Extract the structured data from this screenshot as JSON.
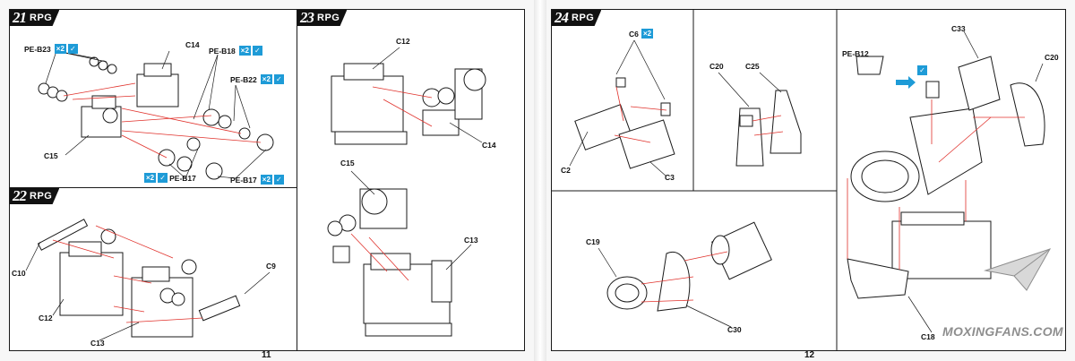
{
  "brand": "RPG",
  "steps": [
    {
      "number": "21",
      "labels": {
        "c14": "C14",
        "c15": "C15"
      },
      "tags": [
        {
          "text": "PE-B23",
          "qty": "×2"
        },
        {
          "text": "PE-B18",
          "qty": "×2"
        },
        {
          "text": "PE-B22",
          "qty": "×2"
        },
        {
          "text": "PE-B17",
          "qty": "×2"
        },
        {
          "text": "PE-B17",
          "qty": "×2"
        }
      ]
    },
    {
      "number": "22",
      "labels": {
        "c10": "C10",
        "c9": "C9",
        "c12": "C12",
        "c13": "C13"
      }
    },
    {
      "number": "23",
      "labels": {
        "c12": "C12",
        "c14": "C14",
        "c15": "C15",
        "c13": "C13"
      }
    },
    {
      "number": "24",
      "labels": {
        "c6": "C6",
        "c6_qty": "×2",
        "c2": "C2",
        "c3": "C3",
        "c20a": "C20",
        "c25": "C25",
        "c19": "C19",
        "c30": "C30",
        "pe_b12": "PE-B12",
        "c33": "C33",
        "c20b": "C20",
        "c18": "C18"
      }
    }
  ],
  "page_numbers": {
    "left": "11",
    "right": "12"
  },
  "watermark": "MOXINGFANS.COM",
  "colors": {
    "arrow": "#e0312b",
    "accent": "#1e9bd7",
    "line": "#1a1a1a"
  }
}
